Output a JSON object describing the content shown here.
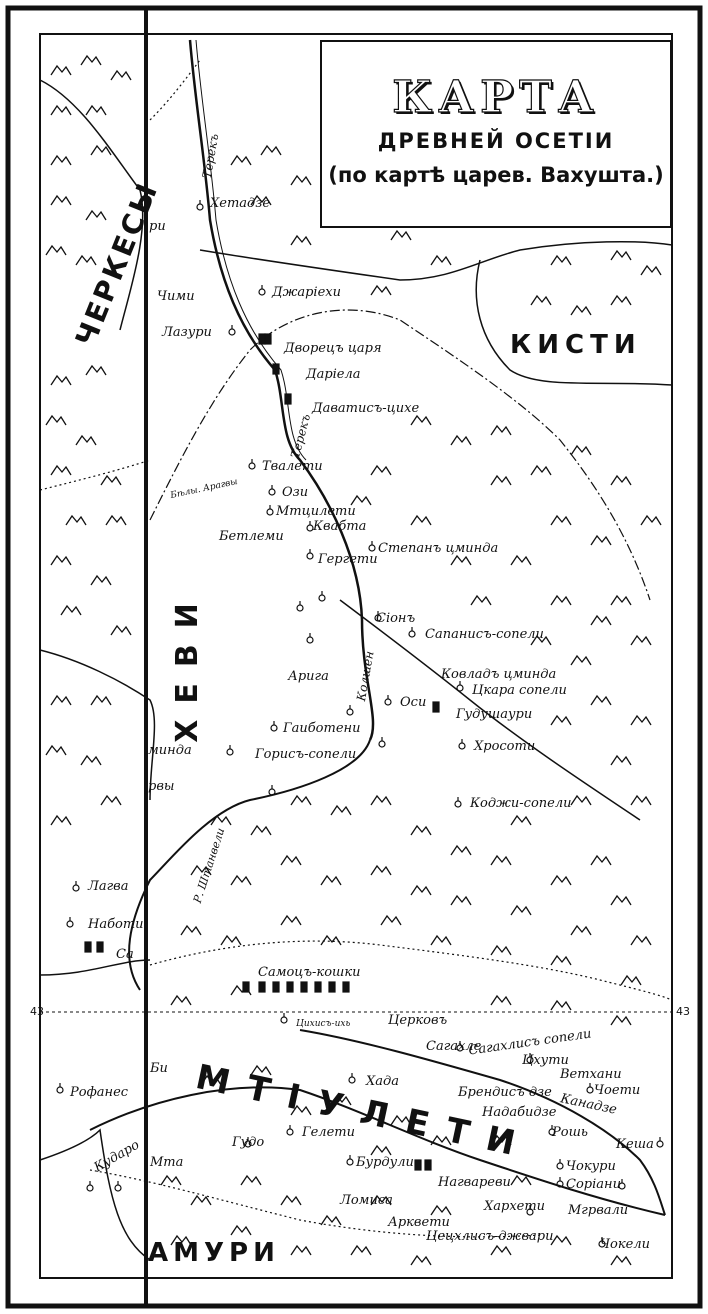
{
  "title": {
    "main": "КАРТА",
    "subtitle": "ДРЕВНЕЙ ОСЕТІИ",
    "source": "(по картѣ царев. Вахушта.)"
  },
  "regions": {
    "cherkesy": "ЧЕРКЕСЫ",
    "kisti": "КИСТИ",
    "khevi": "ХЕВИ",
    "mtiuleti": "МТІУЛЕТИ",
    "amuri": "АМУРИ"
  },
  "rivers": {
    "terek_top": "Терекъ",
    "terek_mid": "Терекъ",
    "kolshen": "Колшен",
    "shtan": "Р. Штанвели",
    "belaya": "Бѣлы. Арагвы"
  },
  "latitude": "43",
  "places": {
    "khetadze": "Хетадзе",
    "dzhariekhi": "Джаріехи",
    "lazuri": "Лазури",
    "dvorets": "Дворецъ царя",
    "dariela": "Даріела",
    "davatis": "Даватисъ-цихе",
    "tvaleti": "Твалети",
    "ozi": "Ози",
    "mtsileti": "Мтцилети",
    "kvabta": "Квабта",
    "betlemi": "Бетлеми",
    "stepan": "Степанъ цминда",
    "gergeti": "Гергети",
    "sioni": "Сіонъ",
    "sapanis": "Сапанисъ-сопели",
    "kovlad": "Ковладъ цминда",
    "tskara": "Цкара сопели",
    "ariga": "Арига",
    "osi": "Оси",
    "gudushauri": "Гудушаури",
    "gaibotsi": "Гаиботени",
    "goris": "Горисъ-сопели",
    "khrosti": "Хросоти",
    "kodzhi": "Коджи-сопели",
    "chimi": "Чими",
    "cherkesy_ri": "ри",
    "minda": "минда",
    "arvi": "рвы",
    "lagva": "Лагва",
    "naboti": "Наботи",
    "sa": "Са",
    "samots": "Самоцъ-кошки",
    "tserkov": "Церковъ",
    "tsikhis": "Цихисъ-ихь",
    "sagakhle": "Сагахле",
    "sagakhlis": "Сагахлисъ сопели",
    "tskhuti": "Цхути",
    "vetkhani": "Ветхани",
    "choeti": "Чоети",
    "khada": "Хада",
    "brendis": "Брендисъ дзе",
    "nadabidze": "Надабидзе",
    "kanadze": "Канадзе",
    "roshi": "Рошь",
    "kesha": "Кеша",
    "bi": "Би",
    "rofanes": "Рофанес",
    "gudo": "Гудо",
    "geleti": "Гелети",
    "burdzhuli": "Бурдули",
    "nagvarevi": "Нагвареви",
    "chokuri": "Чокури",
    "soriani": "Соріани",
    "kudaro": "Кударо",
    "mta": "Мта",
    "lomisa": "Ломиса",
    "kharkheti": "Хархети",
    "mgrevali": "Мгрвали",
    "arkveti": "Арквети",
    "tsetskhlis": "Цецхлисъ-джвари",
    "chokeli": "Чокели"
  }
}
